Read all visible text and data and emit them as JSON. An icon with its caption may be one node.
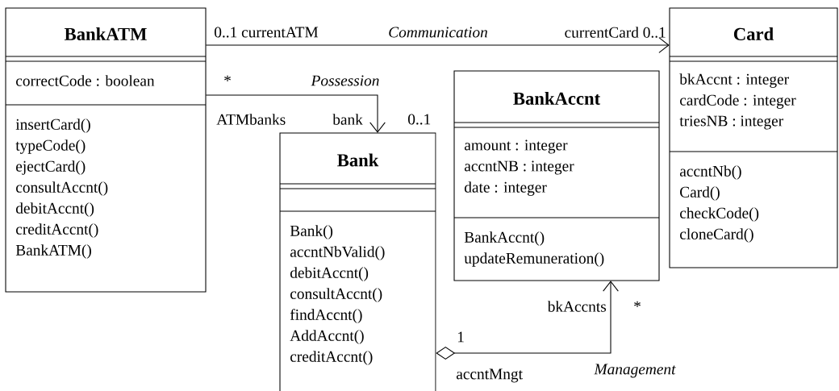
{
  "diagram": {
    "nodes": [
      {
        "text": [
          "BankATM",
          "correctCode : boolean",
          "insertCard()",
          "typeCode()",
          "ejectCard()",
          "consultAccnt()",
          "debitAccnt()",
          "creditAccnt()",
          "BankATM()"
        ]
      },
      {
        "text": [
          "Card",
          "bkAccnt : integer",
          "cardCode : integer",
          "triesNB : integer",
          "accntNb()",
          "Card()",
          "checkCode()",
          "cloneCard()"
        ]
      },
      {
        "text": [
          "BankAccnt",
          "amount : integer",
          "accntNB : integer",
          "date : integer",
          "BankAccnt()",
          "updateRemuneration()"
        ]
      },
      {
        "text": [
          "Bank",
          "Bank()",
          "accntNbValid()",
          "debitAccnt()",
          "consultAccnt()",
          "findAccnt()",
          "AddAccnt()",
          "creditAccnt()"
        ]
      }
    ],
    "edges": [
      {
        "from": 0,
        "to": 1,
        "arrow": "to",
        "label": "Communication"
      },
      {
        "from": 0,
        "to": 3,
        "arrow": "to",
        "label": "Possession"
      },
      {
        "from": 3,
        "to": 2,
        "arrow": "to",
        "label": "Management"
      }
    ],
    "labels": [
      "0..1 currentATM",
      "currentCard 0..1",
      "*",
      "ATMbanks",
      "bank",
      "0..1",
      "1",
      "bkAccnts",
      "*",
      "accntMngt"
    ]
  }
}
